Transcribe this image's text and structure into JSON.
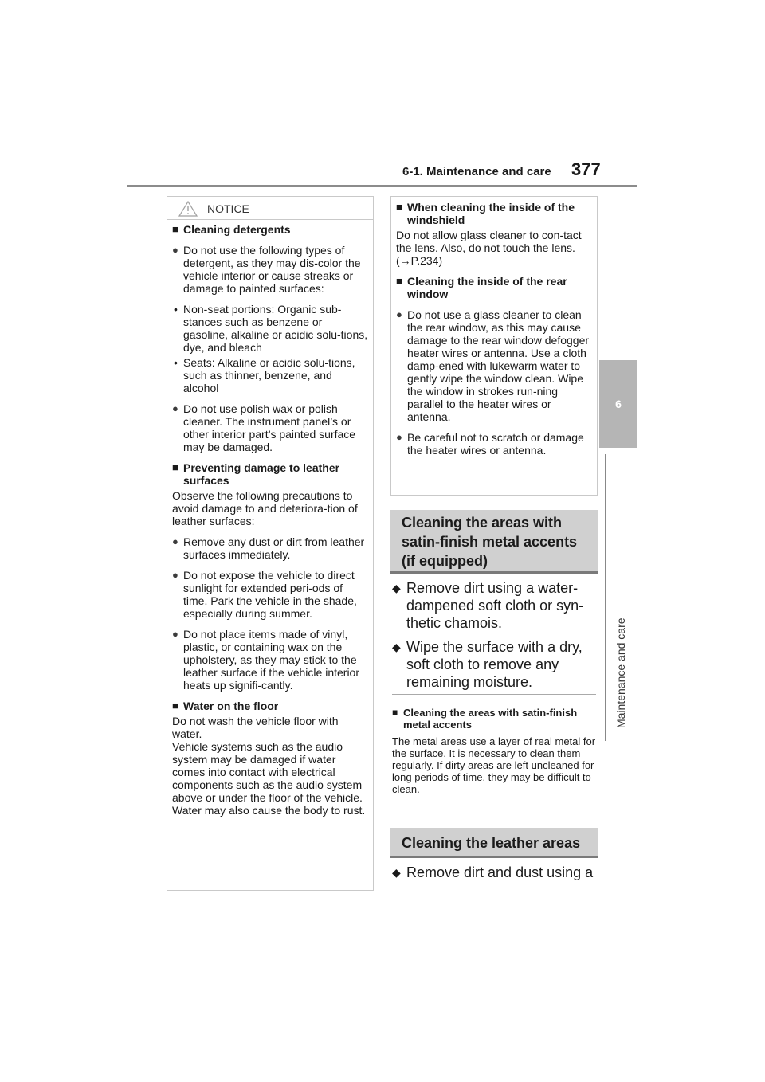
{
  "header": {
    "section": "6-1. Maintenance and care",
    "page_number": "377"
  },
  "side_tab": {
    "chapter_number": "6",
    "chapter_title": "Maintenance and care"
  },
  "notice": {
    "label": "NOTICE",
    "items": [
      {
        "kind": "sub",
        "text": "Cleaning detergents"
      },
      {
        "kind": "bullet",
        "text": "Do not use the following types of detergent, as they may dis-color the vehicle interior or cause streaks or damage to painted surfaces:"
      },
      {
        "kind": "dash",
        "text": "Non-seat portions: Organic sub-stances such as benzene or gasoline, alkaline or acidic solu-tions, dye, and bleach"
      },
      {
        "kind": "dash",
        "text": "Seats: Alkaline or acidic solu-tions, such as thinner, benzene, and alcohol"
      },
      {
        "kind": "bullet",
        "text": "Do not use polish wax or polish cleaner. The instrument panel’s or other interior part’s painted surface may be damaged."
      },
      {
        "kind": "sub",
        "text": "Preventing damage to leather surfaces"
      },
      {
        "kind": "plain",
        "text": "Observe the following precautions to avoid damage to and deteriora-tion of leather surfaces:"
      },
      {
        "kind": "bullet",
        "text": "Remove any dust or dirt from leather surfaces immediately."
      },
      {
        "kind": "bullet",
        "text": "Do not expose the vehicle to direct sunlight for extended peri-ods of time. Park the vehicle in the shade, especially during summer."
      },
      {
        "kind": "bullet",
        "text": "Do not place items made of vinyl, plastic, or containing wax on the upholstery, as they may stick to the leather surface if the vehicle interior heats up signifi-cantly."
      },
      {
        "kind": "sub",
        "text": "Water on the floor"
      },
      {
        "kind": "plain",
        "text": "Do not wash the vehicle floor with water."
      },
      {
        "kind": "plain",
        "text": "Vehicle systems such as the audio system may be damaged if water comes into contact with electrical components such as the audio system above or under the floor of the vehicle. Water may also cause the body to rust."
      }
    ]
  },
  "notice_continued": {
    "items": [
      {
        "kind": "sub",
        "text": "When cleaning the inside of the windshield"
      },
      {
        "kind": "plain",
        "text": "Do not allow glass cleaner to con-tact the lens. Also, do not touch the lens. (→P.234)"
      },
      {
        "kind": "sub",
        "text": "Cleaning the inside of the rear window"
      },
      {
        "kind": "bullet",
        "text": "Do not use a glass cleaner to clean the rear window, as this may cause damage to the rear window defogger heater wires or antenna. Use a cloth damp-ened with lukewarm water to gently wipe the window clean. Wipe the window in strokes run-ning parallel to the heater wires or antenna."
      },
      {
        "kind": "bullet",
        "text": "Be careful not to scratch or damage the heater wires or antenna."
      }
    ]
  },
  "satin_section": {
    "heading": "Cleaning the areas with satin-finish metal accents (if equipped)",
    "items": [
      "Remove dirt using a water-dampened soft cloth or syn-thetic chamois.",
      "Wipe the surface with a dry, soft cloth to remove any remaining moisture."
    ],
    "note_heading": "Cleaning the areas with satin-finish metal accents",
    "note_text": "The metal areas use a layer of real metal for the surface. It is necessary to clean them regularly. If dirty areas are left uncleaned for long periods of time, they may be difficult to clean."
  },
  "leather_section": {
    "heading": "Cleaning the leather areas",
    "items": [
      "Remove dirt and dust using a"
    ]
  }
}
